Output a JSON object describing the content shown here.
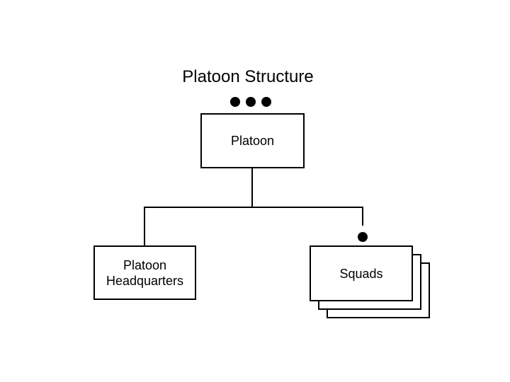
{
  "slide": {
    "title": "Platoon Structure"
  },
  "nodes": {
    "platoon": {
      "label": "Platoon",
      "dots": 3
    },
    "headquarters": {
      "label": "Platoon Headquarters"
    },
    "squads": {
      "label": "Squads",
      "dots": 1,
      "stacked_copies": 3
    }
  },
  "colors": {
    "background": "#ffffff",
    "box_fill": "#ffffff",
    "line": "#000000",
    "text": "#000000"
  }
}
